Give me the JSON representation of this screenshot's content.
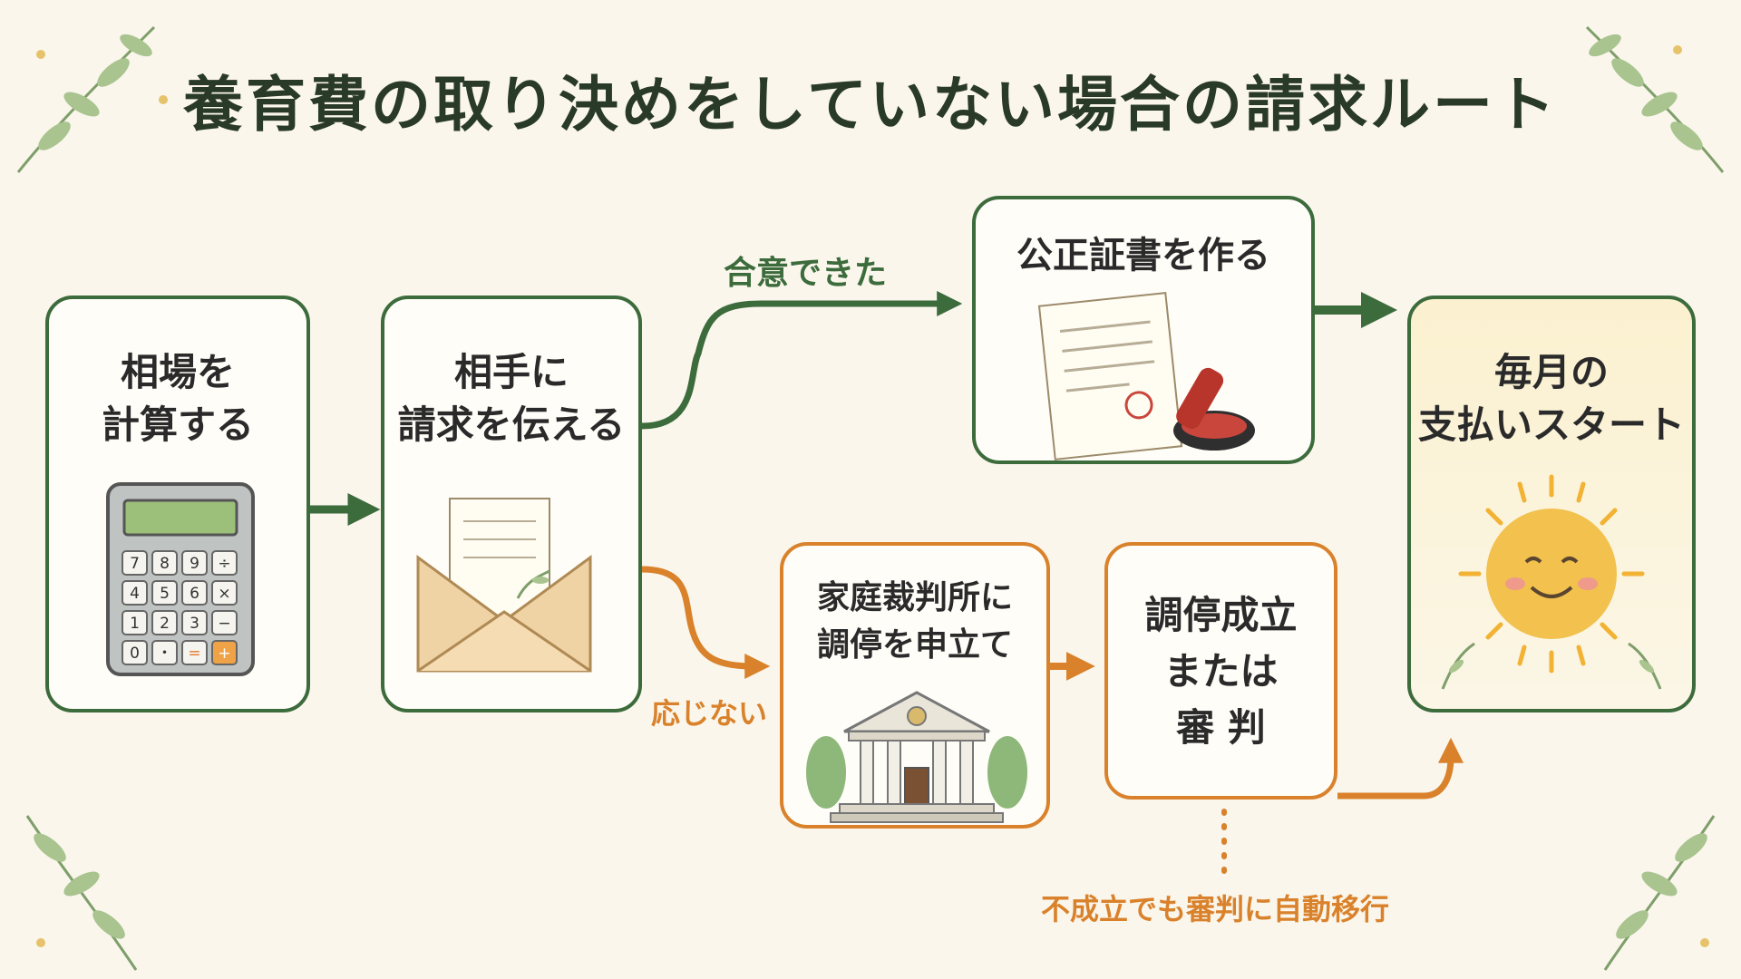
{
  "title": "養育費の取り決めをしていない場合の請求ルート",
  "nodes": {
    "calc": "相場を\n計算する",
    "request": "相手に\n請求を伝える",
    "notary": "公正証書を作る",
    "court": "家庭裁判所に\n調停を申立て",
    "mediation": "調停成立\nまたは\n審 判",
    "start": "毎月の\n支払いスタート"
  },
  "edges": {
    "agreed": "合意できた",
    "refused": "応じない",
    "auto": "不成立でも審判に自動移行"
  },
  "calculator": {
    "keys": [
      [
        "7",
        "8",
        "9",
        "÷"
      ],
      [
        "4",
        "5",
        "6",
        "×"
      ],
      [
        "1",
        "2",
        "3",
        "−"
      ],
      [
        "0",
        "・",
        "=",
        "+"
      ]
    ]
  },
  "colors": {
    "green": "#3c6b3c",
    "orange": "#d9822b",
    "background": "#faf6ec",
    "sun": "#f2c14e"
  }
}
